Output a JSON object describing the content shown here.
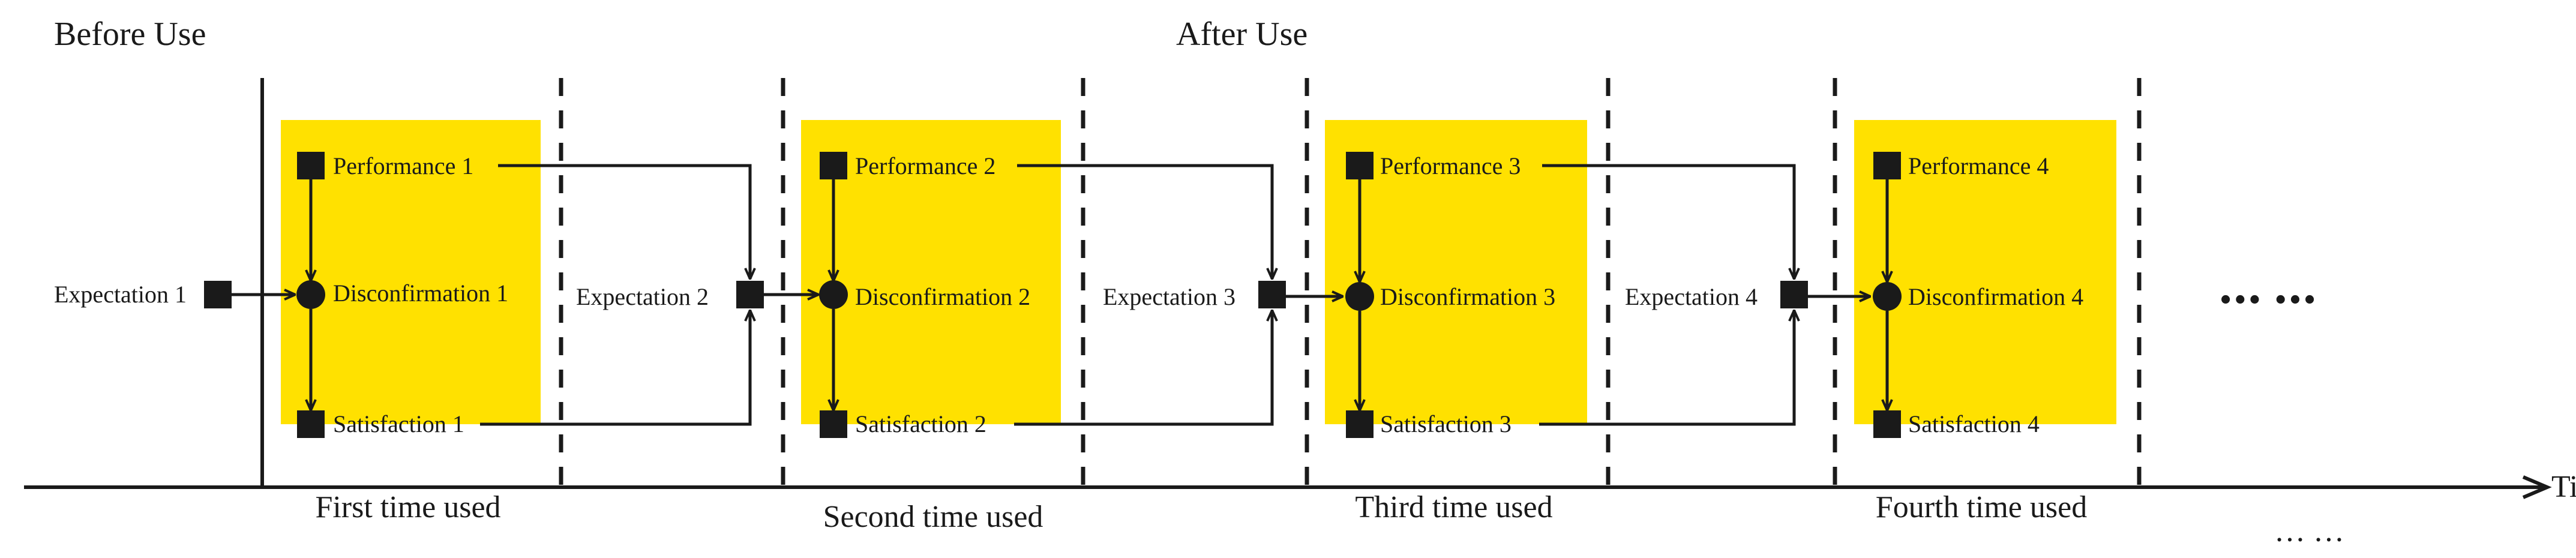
{
  "header": {
    "before": "Before Use",
    "after": "After Use"
  },
  "axis": {
    "label": "Time"
  },
  "cycles": [
    {
      "expectation": "Expectation 1",
      "performance": "Performance 1",
      "disconfirmation": "Disconfirmation 1",
      "satisfaction": "Satisfaction 1",
      "phase": "First time used"
    },
    {
      "expectation": "Expectation 2",
      "performance": "Performance 2",
      "disconfirmation": "Disconfirmation 2",
      "satisfaction": "Satisfaction 2",
      "phase": "Second time used"
    },
    {
      "expectation": "Expectation 3",
      "performance": "Performance 3",
      "disconfirmation": "Disconfirmation 3",
      "satisfaction": "Satisfaction 3",
      "phase": "Third time used"
    },
    {
      "expectation": "Expectation 4",
      "performance": "Performance 4",
      "disconfirmation": "Disconfirmation 4",
      "satisfaction": "Satisfaction 4",
      "phase": "Fourth time used"
    }
  ],
  "continuation": {
    "mid": "••• •••",
    "bottom": "… …"
  },
  "colors": {
    "panel": "#FFE100",
    "ink": "#1a1a1a"
  }
}
